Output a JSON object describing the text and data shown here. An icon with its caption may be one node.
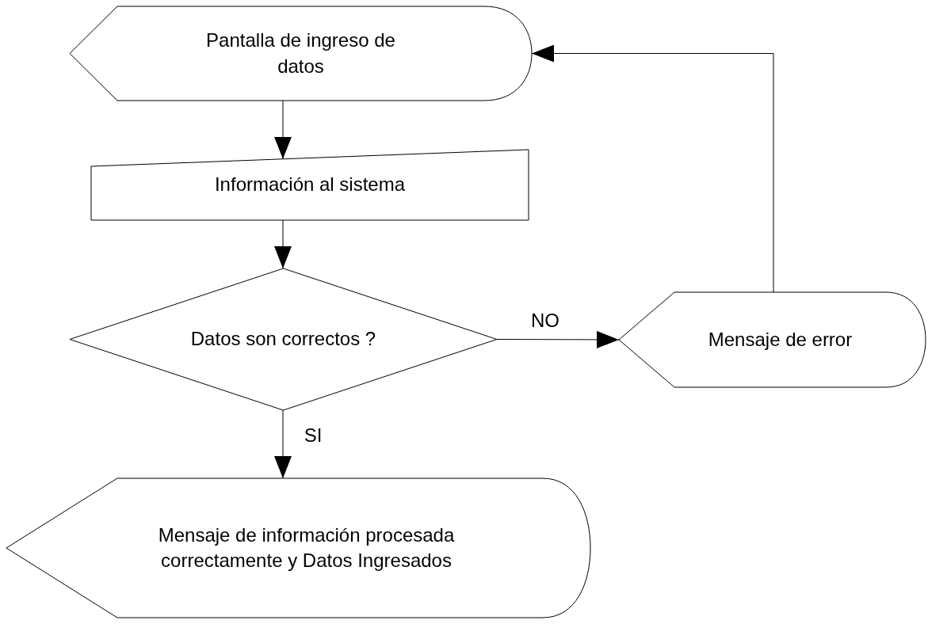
{
  "diagram": {
    "nodes": [
      {
        "text": [
          "Pantalla de ingreso de datos"
        ]
      },
      {
        "text": [
          "Información al sistema"
        ]
      },
      {
        "text": [
          "Datos son correctos ?"
        ]
      },
      {
        "text": [
          "Mensaje de error"
        ]
      },
      {
        "text": [
          "Mensaje de información procesada correctamente y Datos Ingresados"
        ]
      }
    ],
    "edges": [
      {
        "from": 0,
        "to": 1,
        "arrow": "to"
      },
      {
        "from": 1,
        "to": 2,
        "arrow": "to"
      },
      {
        "from": 2,
        "to": 3,
        "arrow": "to",
        "label": "NO"
      },
      {
        "from": 3,
        "to": 0,
        "arrow": "to"
      },
      {
        "from": 2,
        "to": 4,
        "arrow": "to",
        "label": "SI"
      }
    ]
  }
}
